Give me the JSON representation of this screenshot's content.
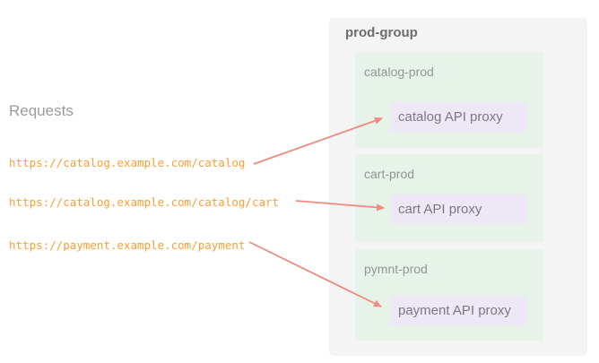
{
  "requests": {
    "label": "Requests",
    "urls": [
      {
        "text": "https://catalog.example.com/catalog"
      },
      {
        "text": "https://catalog.example.com/catalog/cart"
      },
      {
        "text": "https://payment.example.com/payment"
      }
    ]
  },
  "panel": {
    "label": "prod-group",
    "environments": [
      {
        "label": "catalog-prod",
        "proxy": "catalog API proxy"
      },
      {
        "label": "cart-prod",
        "proxy": "cart API proxy"
      },
      {
        "label": "pymnt-prod",
        "proxy": "payment API proxy"
      }
    ]
  },
  "connections": [
    {
      "from": "https://catalog.example.com/catalog",
      "to": "catalog API proxy"
    },
    {
      "from": "https://catalog.example.com/catalog/cart",
      "to": "cart API proxy"
    },
    {
      "from": "https://payment.example.com/payment",
      "to": "payment API proxy"
    }
  ],
  "colors": {
    "url_text": "#f79f35",
    "arrow": "#ee8a80",
    "panel_bg": "#f4f4f4",
    "env_bg": "#e7f3e9",
    "proxy_bg": "#ede7f6",
    "panel_title_text": "#6d6d6d",
    "env_label_text": "#939498",
    "proxy_text": "#7a7a7e",
    "requests_heading_text": "#9b9b9b"
  }
}
